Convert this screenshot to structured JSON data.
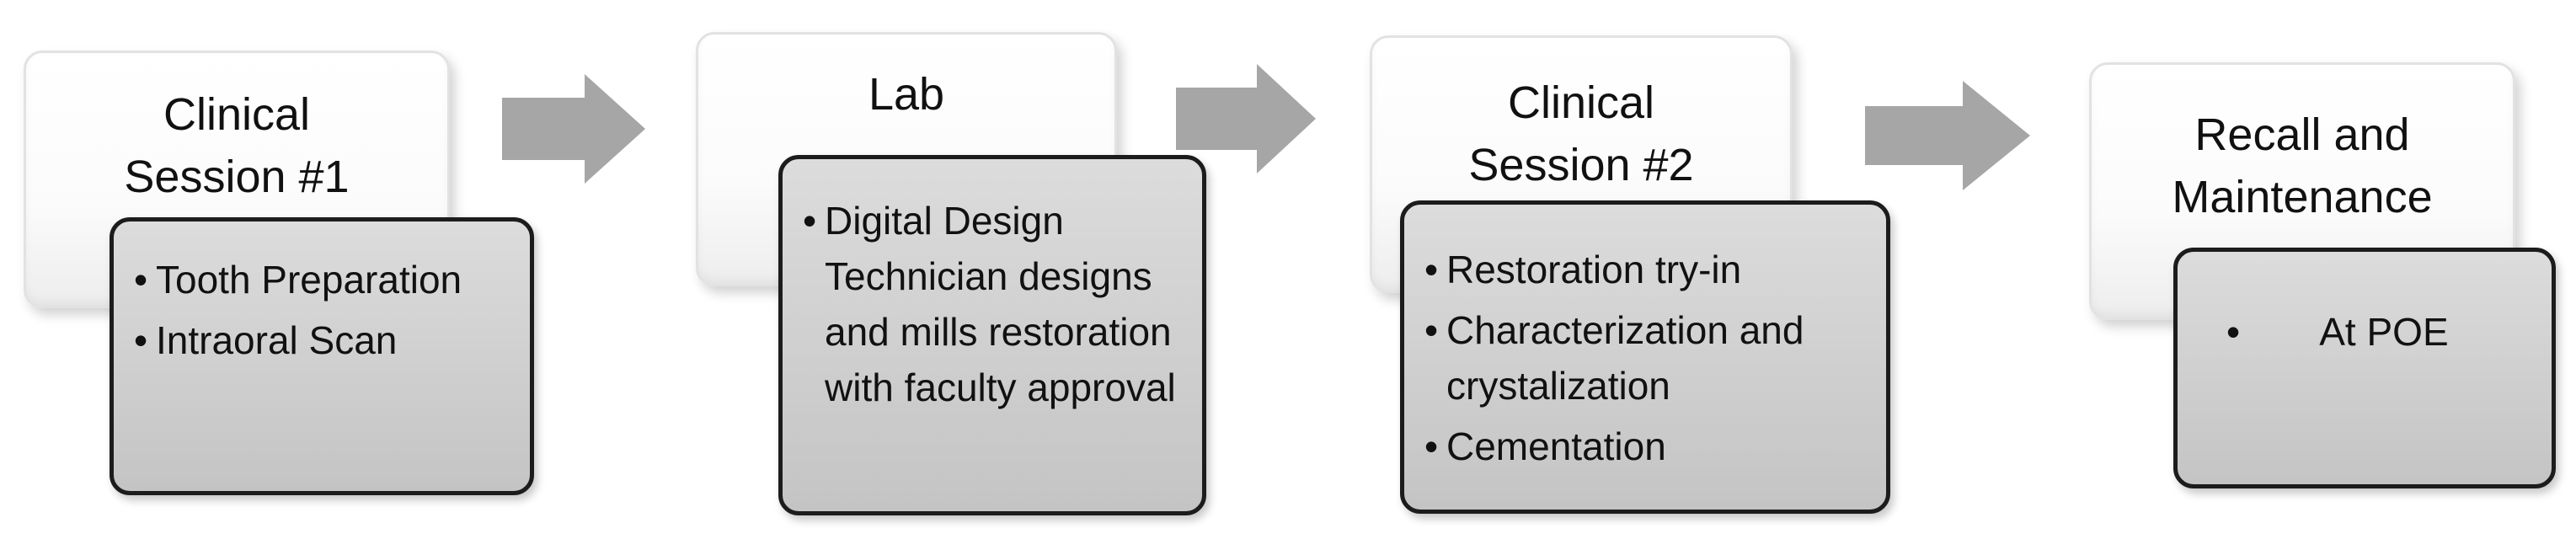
{
  "colors": {
    "arrow": "#a6a6a6",
    "detail_fill": "#c8c8c8",
    "detail_border": "#1c1c1c",
    "stage_fill": "#ffffff"
  },
  "stages": [
    {
      "title": "Clinical\nSession #1",
      "items": [
        "Tooth Preparation",
        "Intraoral Scan"
      ]
    },
    {
      "title": "Lab",
      "items": [
        "Digital Design Technician designs and mills restoration with faculty approval"
      ]
    },
    {
      "title": "Clinical\nSession #2",
      "items": [
        "Restoration try-in",
        "Characterization and crystalization",
        "Cementation"
      ]
    },
    {
      "title": "Recall and\nMaintenance",
      "items": [
        "At POE"
      ]
    }
  ],
  "bullet": "•"
}
